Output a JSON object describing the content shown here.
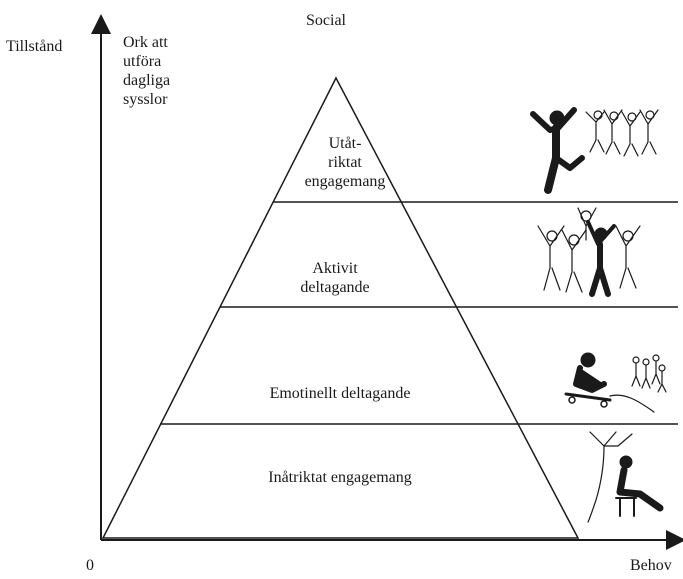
{
  "axes": {
    "y_label": "Tillstånd",
    "x_label": "Behov",
    "origin_label": "0",
    "corner_note": "Ork att\nutföra\ndagliga\nsysslor"
  },
  "pyramid": {
    "apex_label": "Social",
    "levels": [
      {
        "label": "Utåt-\nriktat\nengagemang",
        "figure": "one-person-jumping-with-crowd-icon"
      },
      {
        "label": "Aktivit\ndeltagande",
        "figure": "person-cheering-in-group-icon"
      },
      {
        "label": "Emotinellt deltagande",
        "figure": "person-sitting-watching-group-icon"
      },
      {
        "label": "Inåtriktat engagemang",
        "figure": "person-sitting-alone-under-tree-icon"
      }
    ]
  },
  "colors": {
    "ink": "#1a1a1a",
    "background": "#ffffff"
  }
}
